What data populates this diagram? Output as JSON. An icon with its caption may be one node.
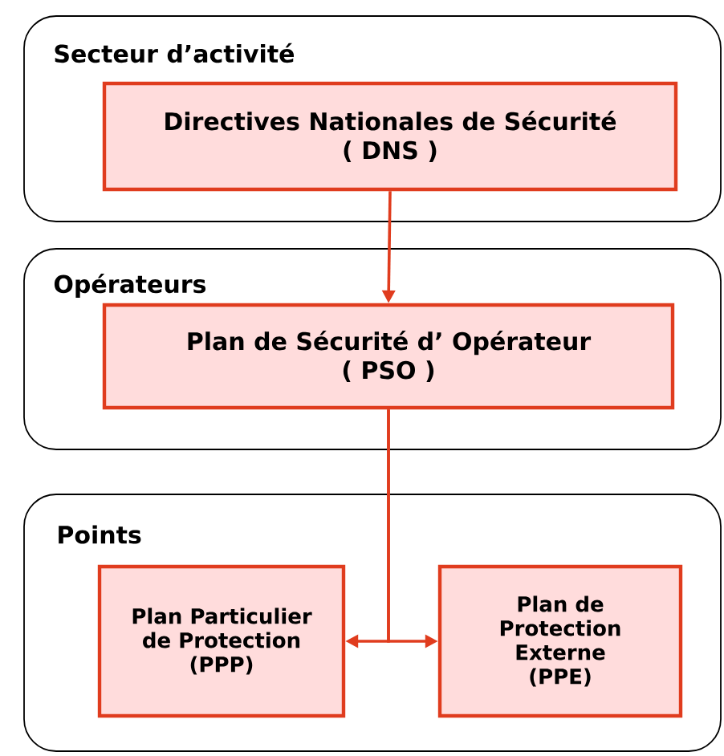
{
  "diagram": {
    "nodes": [
      {
        "text": [
          "Secteur d’activité"
        ]
      },
      {
        "text": [
          "Directives Nationales de Sécurité ( DNS )"
        ],
        "in": 0
      },
      {
        "text": [
          "Opérateurs"
        ]
      },
      {
        "text": [
          "Plan de Sécurité d’ Opérateur ( PSO )"
        ],
        "in": 2
      },
      {
        "text": [
          "Points"
        ]
      },
      {
        "text": [
          "Plan Particulier de Protection (PPP)"
        ],
        "in": 4
      },
      {
        "text": [
          "Plan de Protection Externe (PPE)"
        ],
        "in": 4
      }
    ],
    "edges": [
      {
        "from": 1,
        "to": 3,
        "arrow": "to"
      },
      {
        "from": 3,
        "to": 5,
        "arrow": "to"
      },
      {
        "from": 3,
        "to": 6,
        "arrow": "to"
      }
    ]
  }
}
